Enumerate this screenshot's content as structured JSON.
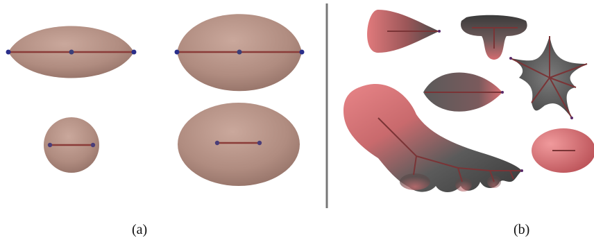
{
  "panels": [
    {
      "id": "a",
      "caption": "(a)"
    },
    {
      "id": "b",
      "caption": "(b)"
    }
  ],
  "colors": {
    "panel_a_shape": "#b49186",
    "panel_a_skeleton": "#8a3b38",
    "panel_a_joint": "#2b2f8a",
    "panel_b_red": "#e07a7c",
    "panel_b_gray": "#6d6d6d",
    "panel_b_skeleton": "#7a3436",
    "panel_b_tip": "#5a2a6a",
    "divider": "#777777"
  }
}
